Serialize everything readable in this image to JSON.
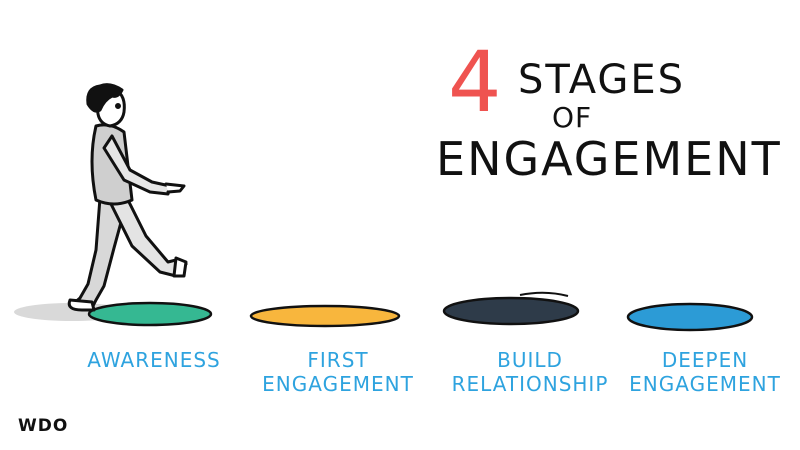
{
  "title": {
    "number": "4",
    "line1": "STAGES",
    "line2": "OF",
    "line3": "ENGAGEMENT"
  },
  "stages": [
    {
      "label_line1": "AWARENESS",
      "label_line2": "",
      "color": "#35b892"
    },
    {
      "label_line1": "FIRST",
      "label_line2": "ENGAGEMENT",
      "color": "#f8b63d"
    },
    {
      "label_line1": "BUILD",
      "label_line2": "RELATIONSHIP",
      "color": "#2e3b49"
    },
    {
      "label_line1": "DEEPEN",
      "label_line2": "ENGAGEMENT",
      "color": "#2c9bd6"
    }
  ],
  "colors": {
    "label": "#2ea3df",
    "number": "#ef5350",
    "ink": "#111111",
    "figure_fill": "#d8d8d8",
    "shadow": "#bdbdbd"
  },
  "logo": "WDO"
}
